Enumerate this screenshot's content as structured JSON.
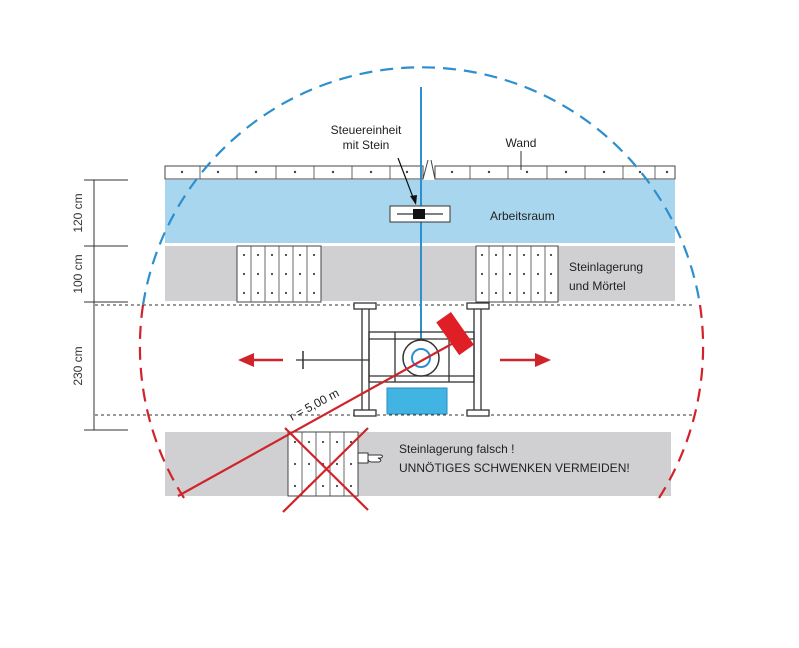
{
  "labels": {
    "steuer_line1": "Steuereinheit",
    "steuer_line2": "mit Stein",
    "wand": "Wand",
    "arbeitsraum": "Arbeitsraum",
    "steinlagerung_line1": "Steinlagerung",
    "steinlagerung_line2": "und Mörtel",
    "falsch_line1": "Steinlagerung falsch !",
    "falsch_line2": "UNNÖTIGES SCHWENKEN VERMEIDEN!",
    "radius": "r = 5,00 m"
  },
  "dimensions": {
    "d1": "120 cm",
    "d2": "100 cm",
    "d3": "230 cm"
  },
  "icons": {
    "hand": "pointing-hand-icon",
    "left_arrow": "arrow-left-icon",
    "right_arrow": "arrow-right-icon"
  },
  "colors": {
    "work_area": "#a9d6ef",
    "storage": "#d0d0d2",
    "blue": "#2e8fce",
    "red": "#d0232a",
    "crane_red": "#e01e25",
    "cyan_box": "#42b4e3",
    "dark": "#333333"
  }
}
